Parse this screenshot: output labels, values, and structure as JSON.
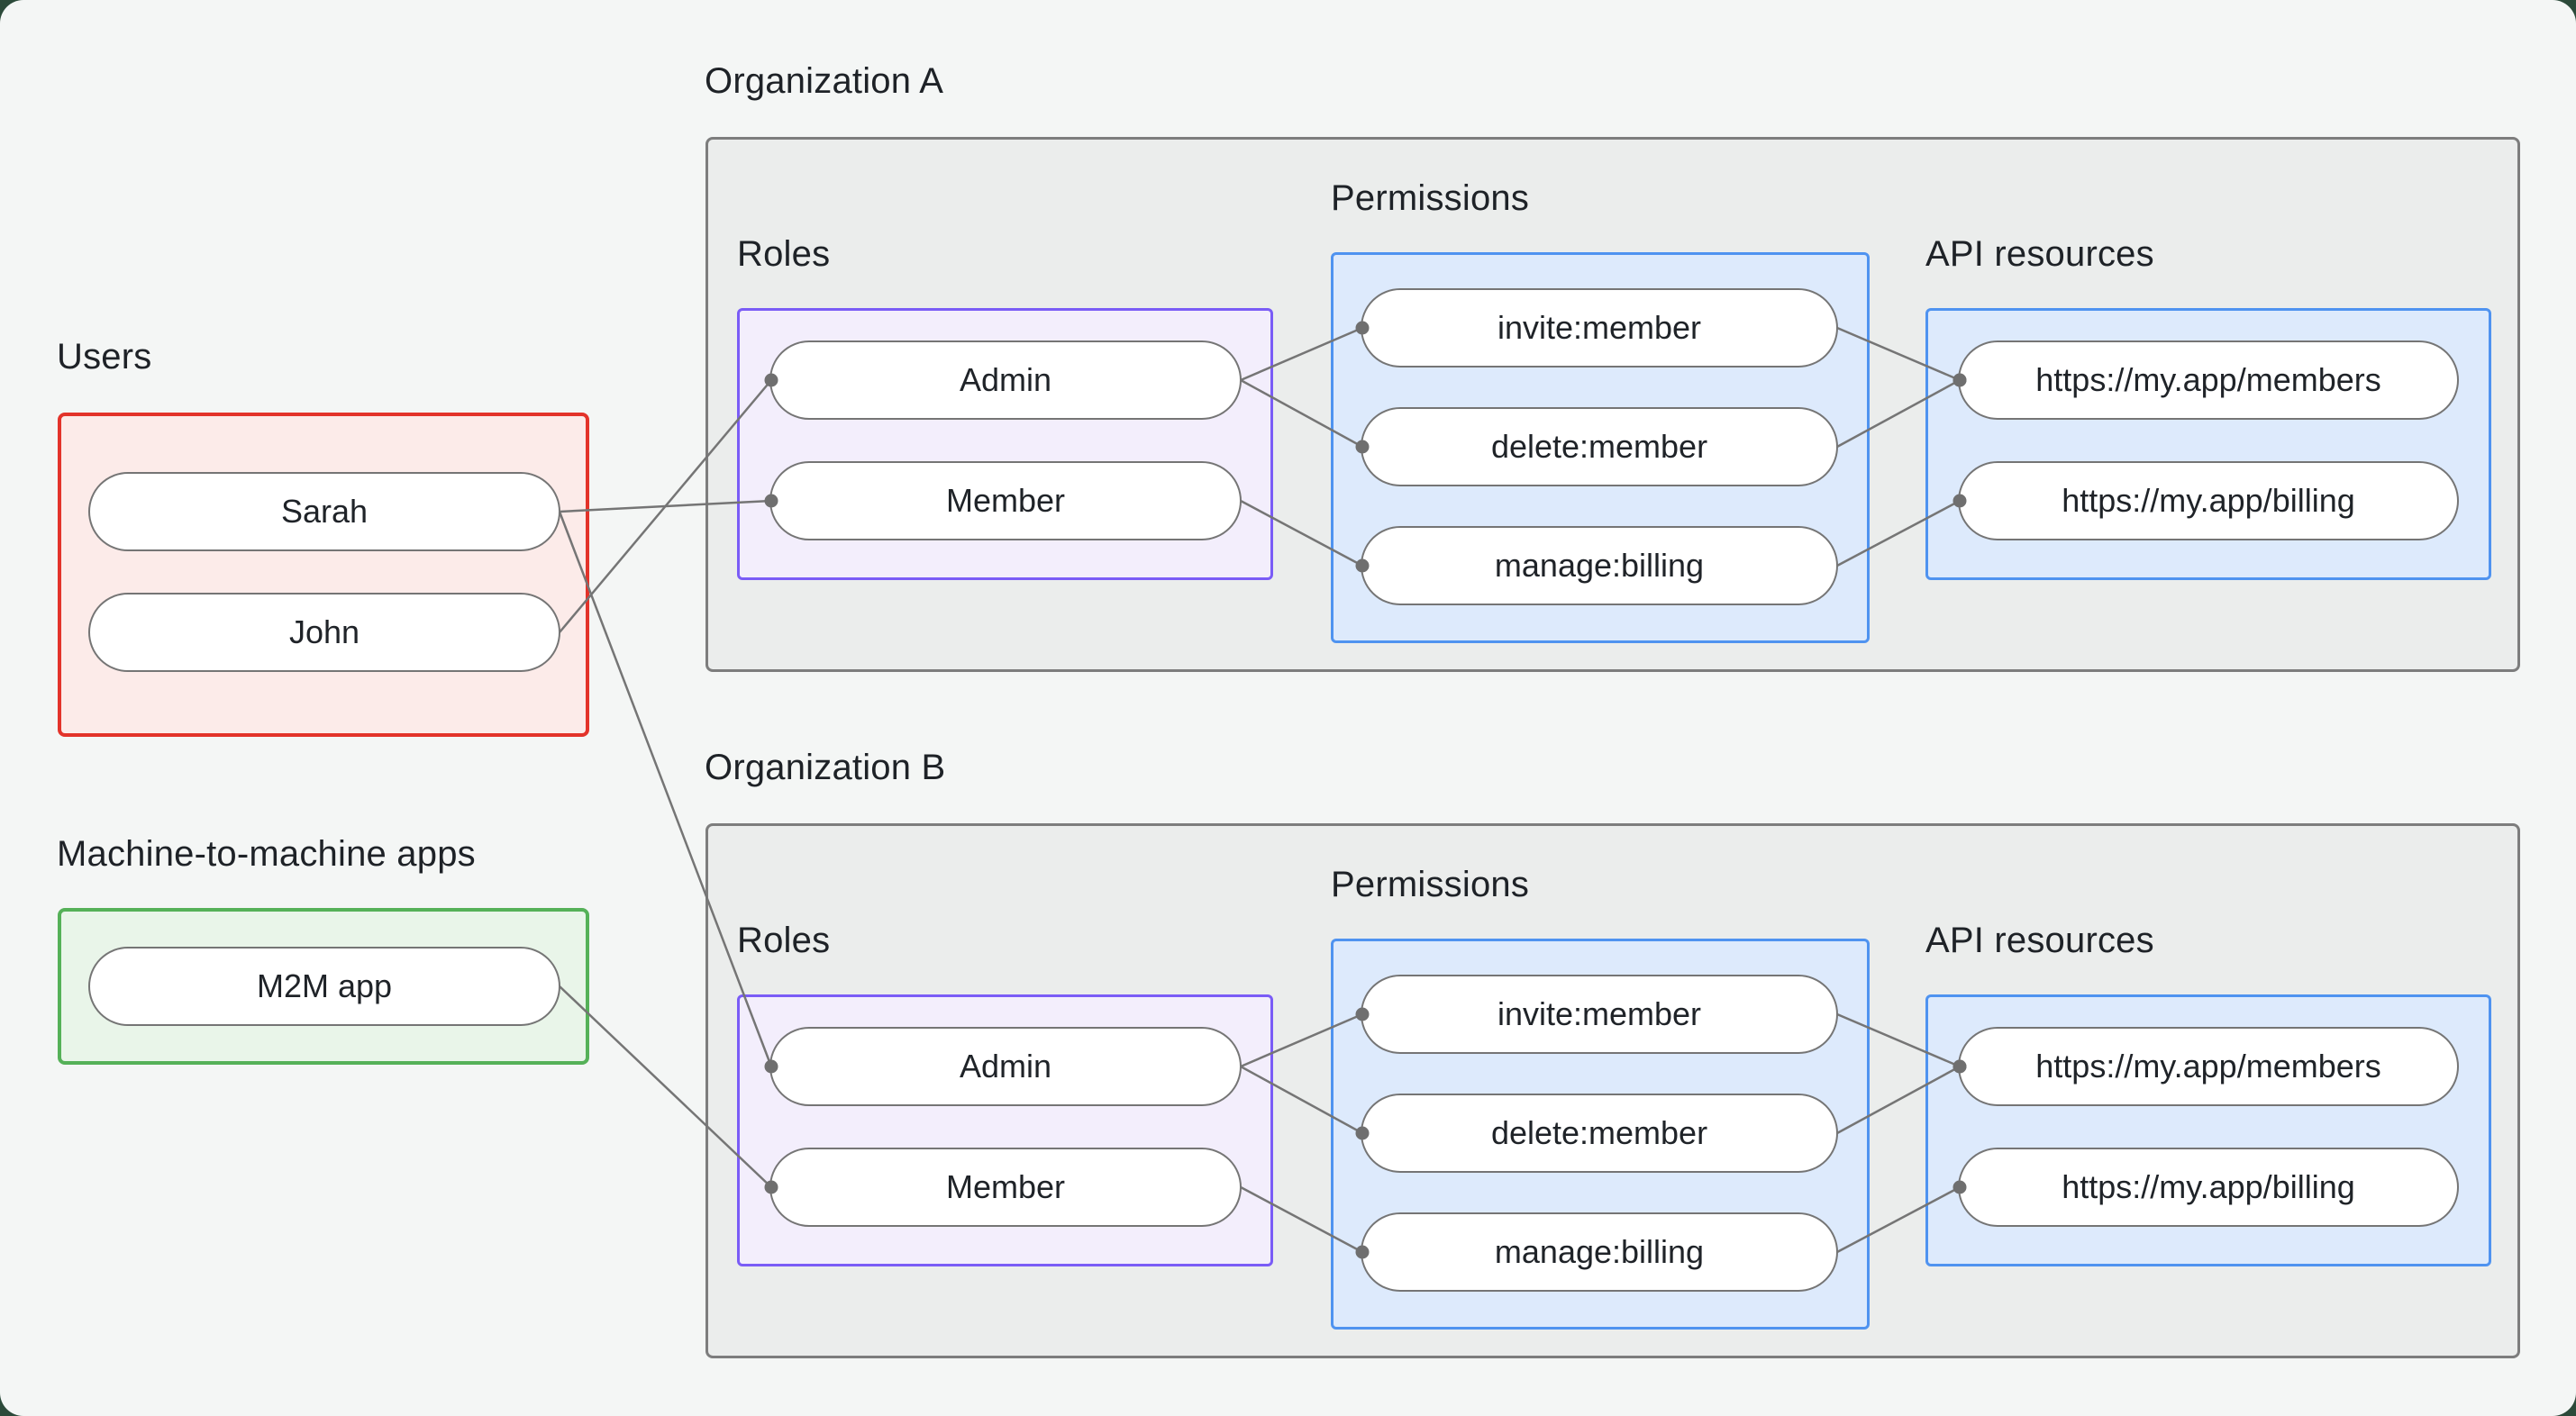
{
  "colors": {
    "backdrop": "#2c4a3a",
    "canvas_background": "#f4f6f5",
    "connector": "#757575",
    "connector_dot": "#6f6f6f",
    "users_border": "#e3332a",
    "users_fill": "#fcebe9",
    "m2m_border": "#55b158",
    "m2m_fill": "#e9f5e9",
    "org_border": "#7d7d7d",
    "org_fill": "#ebedec",
    "roles_border": "#7a5cf6",
    "roles_fill": "#f3eefc",
    "blue_border": "#4f93f0",
    "blue_fill": "#ddeafc",
    "pill_border": "#757575",
    "text": "#1f2328"
  },
  "users_panel": {
    "title": "Users",
    "users": [
      {
        "id": "user-sarah",
        "label": "Sarah"
      },
      {
        "id": "user-john",
        "label": "John"
      }
    ]
  },
  "apps_panel": {
    "title": "Machine-to-machine apps",
    "apps": [
      {
        "id": "app-m2m",
        "label": "M2M app"
      }
    ]
  },
  "organizations": [
    {
      "title": "Organization A",
      "roles": {
        "title": "Roles",
        "items": [
          "Admin",
          "Member"
        ]
      },
      "permissions": {
        "title": "Permissions",
        "items": [
          "invite:member",
          "delete:member",
          "manage:billing"
        ]
      },
      "api_resources": {
        "title": "API resources",
        "items": [
          "https://my.app/members",
          "https://my.app/billing"
        ]
      }
    },
    {
      "title": "Organization B",
      "roles": {
        "title": "Roles",
        "items": [
          "Admin",
          "Member"
        ]
      },
      "permissions": {
        "title": "Permissions",
        "items": [
          "invite:member",
          "delete:member",
          "manage:billing"
        ]
      },
      "api_resources": {
        "title": "API resources",
        "items": [
          "https://my.app/members",
          "https://my.app/billing"
        ]
      }
    }
  ],
  "connections": [
    {
      "from": "user-sarah",
      "to": "org-a-role-member"
    },
    {
      "from": "user-john",
      "to": "org-a-role-admin"
    },
    {
      "from": "user-sarah",
      "to": "org-b-role-admin"
    },
    {
      "from": "app-m2m",
      "to": "org-b-role-member"
    },
    {
      "from": "org-a-role-admin",
      "to": "org-a-perm-invite"
    },
    {
      "from": "org-a-role-admin",
      "to": "org-a-perm-delete"
    },
    {
      "from": "org-a-role-member",
      "to": "org-a-perm-manage"
    },
    {
      "from": "org-a-perm-invite",
      "to": "org-a-api-members"
    },
    {
      "from": "org-a-perm-delete",
      "to": "org-a-api-members"
    },
    {
      "from": "org-a-perm-manage",
      "to": "org-a-api-billing"
    },
    {
      "from": "org-b-role-admin",
      "to": "org-b-perm-invite"
    },
    {
      "from": "org-b-role-admin",
      "to": "org-b-perm-delete"
    },
    {
      "from": "org-b-role-member",
      "to": "org-b-perm-manage"
    },
    {
      "from": "org-b-perm-invite",
      "to": "org-b-api-members"
    },
    {
      "from": "org-b-perm-delete",
      "to": "org-b-api-members"
    },
    {
      "from": "org-b-perm-manage",
      "to": "org-b-api-billing"
    }
  ]
}
